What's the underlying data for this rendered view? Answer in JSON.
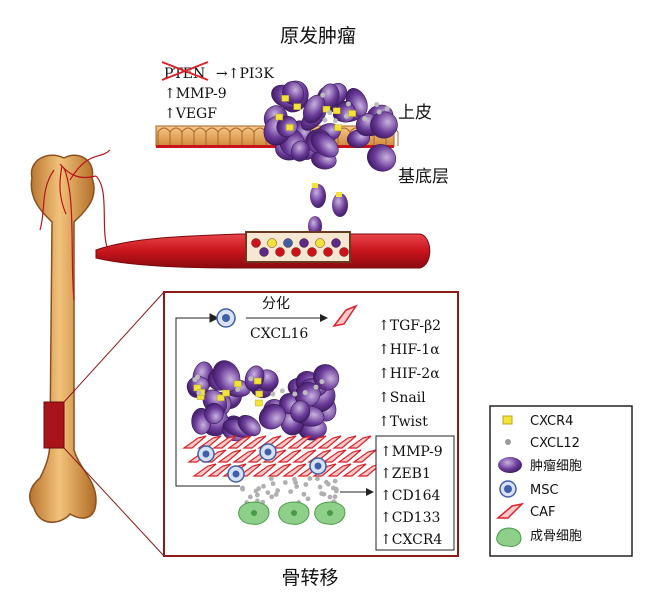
{
  "title_top": "原发肿瘤",
  "title_bottom": "骨转移",
  "labels": {
    "epithelium": "上皮",
    "basement": "基底层",
    "differentiation": "分化",
    "cxcl16": "CXCL16"
  },
  "primary_markers": [
    {
      "text": "PTEN",
      "crossed": true
    },
    {
      "text": "→↑PI3K",
      "crossed": false
    },
    {
      "text": "↑MMP-9",
      "crossed": false
    },
    {
      "text": "↑VEGF",
      "crossed": false
    }
  ],
  "bone_markers_upper": [
    "↑TGF-β2",
    "↑HIF-1α",
    "↑HIF-2α",
    "↑Snail",
    "↑Twist"
  ],
  "bone_markers_boxed": [
    "↑MMP-9",
    "↑ZEB1",
    "↑CD164",
    "↑CD133",
    "↑CXCR4"
  ],
  "legend": [
    {
      "label": "CXCR4",
      "icon": "cxcr4-icon"
    },
    {
      "label": "CXCL12",
      "icon": "cxcl12-icon"
    },
    {
      "label": "肿瘤细胞",
      "icon": "tumor-cell-icon"
    },
    {
      "label": "MSC",
      "icon": "msc-icon"
    },
    {
      "label": "CAF",
      "icon": "caf-icon"
    },
    {
      "label": "成骨细胞",
      "icon": "osteoblast-icon"
    }
  ],
  "colors": {
    "tumor": "#5b2a86",
    "tumor_light": "#a98bc8",
    "cxcr4": "#f2e23a",
    "cxcl12": "#9a9a9a",
    "msc": "#3f5fa8",
    "caf": "#d8232a",
    "osteoblast": "#7cc77a",
    "vessel": "#c9141c",
    "bone": "#d99a4a",
    "frame": "#8b1a1a"
  }
}
